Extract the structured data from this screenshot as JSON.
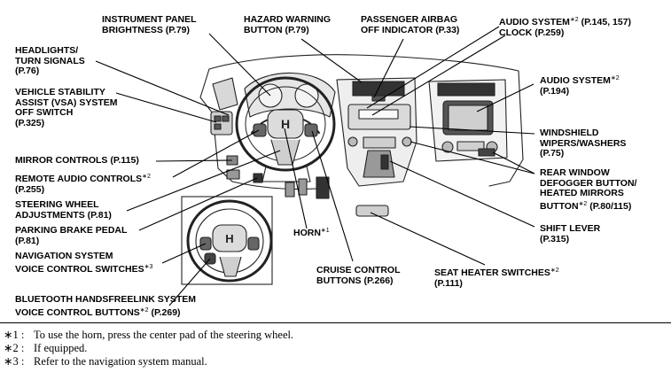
{
  "labels": {
    "instrument_panel": "INSTRUMENT PANEL\nBRIGHTNESS (P.79)",
    "hazard": "HAZARD WARNING\nBUTTON (P.79)",
    "passenger_airbag": "PASSENGER AIRBAG\nOFF INDICATOR (P.33)",
    "audio_clock_a": "AUDIO SYSTEM",
    "audio_clock_sup": "∗2",
    "audio_clock_b": " (P.145, 157)\nCLOCK (P.259)",
    "headlights": "HEADLIGHTS/\nTURN SIGNALS\n(P.76)",
    "vsa": "VEHICLE STABILITY\nASSIST (VSA) SYSTEM\nOFF SWITCH\n(P.325)",
    "mirror": "MIRROR CONTROLS (P.115)",
    "remote_audio_a": "REMOTE AUDIO CONTROLS",
    "remote_audio_sup": "∗2",
    "remote_audio_b": "\n(P.255)",
    "steering": "STEERING WHEEL\nADJUSTMENTS (P.81)",
    "parking": "PARKING BRAKE PEDAL\n(P.81)",
    "nav_a": "NAVIGATION SYSTEM\nVOICE CONTROL SWITCHES",
    "nav_sup": "∗3",
    "bluetooth_a": "BLUETOOTH HANDSFREELINK SYSTEM\nVOICE CONTROL BUTTONS",
    "bluetooth_sup": "∗2",
    "bluetooth_b": " (P.269)",
    "horn_a": "HORN",
    "horn_sup": "∗1",
    "cruise": "CRUISE CONTROL\nBUTTONS (P.266)",
    "seat_a": "SEAT HEATER SWITCHES",
    "seat_sup": "∗2",
    "seat_b": "\n(P.111)",
    "audio2_a": "AUDIO SYSTEM",
    "audio2_sup": "∗2",
    "audio2_b": "\n(P.194)",
    "wipers": "WINDSHIELD\nWIPERS/WASHERS\n(P.75)",
    "defogger_a": "REAR WINDOW\nDEFOGGER BUTTON/\nHEATED MIRRORS\nBUTTON",
    "defogger_sup": "∗2",
    "defogger_b": " (P.80/115)",
    "shift": "SHIFT LEVER\n(P.315)"
  },
  "footnotes": [
    {
      "mark": "∗1 :",
      "text": "To use the horn, press the center pad of the steering wheel."
    },
    {
      "mark": "∗2 :",
      "text": "If equipped."
    },
    {
      "mark": "∗3 :",
      "text": "Refer to the navigation system manual."
    }
  ]
}
